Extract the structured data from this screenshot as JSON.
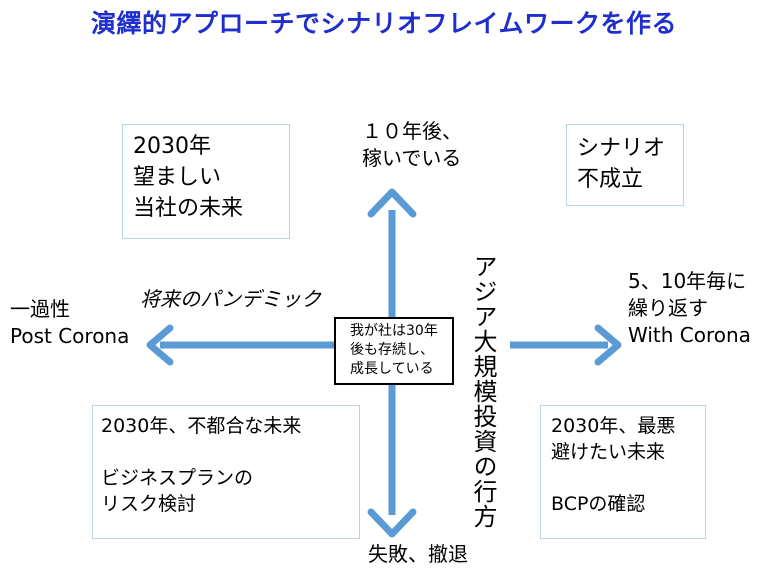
{
  "title": "演繹的アプローチでシナリオフレイムワークを作る",
  "top_label": [
    "１０年後、",
    "稼いでいる"
  ],
  "bottom_label": "失敗、撤退",
  "left_label": [
    "一過性",
    "Post Corona"
  ],
  "right_label": [
    "5、10年毎に",
    "繰り返す",
    "With Corona"
  ],
  "horizontal_axis_label": "将来のパンデミック",
  "vertical_axis_label": "アジア大規模投資の行方",
  "center_box": [
    "我が社は30年",
    "後も存続し、",
    "成長している"
  ],
  "quadrants": {
    "top_left": [
      "2030年",
      "望ましい",
      "当社の未来"
    ],
    "top_right": [
      "シナリオ",
      "不成立"
    ],
    "bottom_left": [
      "2030年、不都合な未来",
      "",
      "ビジネスプランの",
      "リスク検討"
    ],
    "bottom_right": [
      "2030年、最悪",
      "避けたい未来",
      "",
      "BCPの確認"
    ]
  },
  "colors": {
    "title": "#1f2fcc",
    "arrow": "#5b9bd5",
    "box_border": "#b9d3e6"
  }
}
